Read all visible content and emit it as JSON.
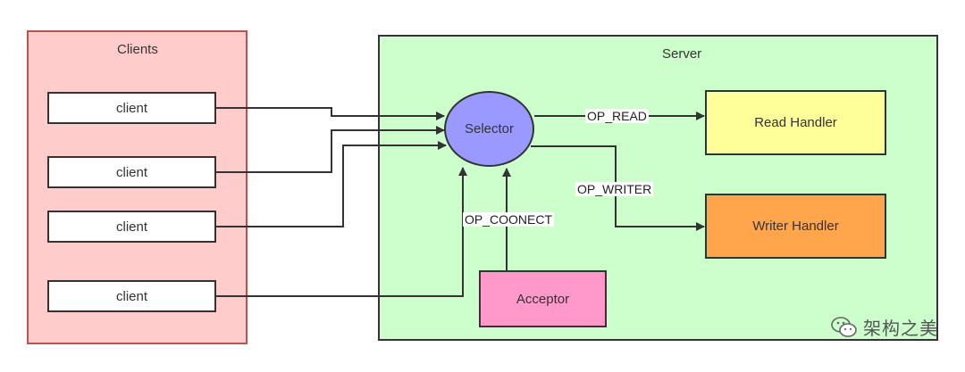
{
  "clients": {
    "title": "Clients",
    "items": [
      "client",
      "client",
      "client",
      "client"
    ]
  },
  "server": {
    "title": "Server",
    "selector": "Selector",
    "read_handler": "Read Handler",
    "writer_handler": "Writer Handler",
    "acceptor": "Acceptor",
    "labels": {
      "op_read": "OP_READ",
      "op_writer": "OP_WRITER",
      "op_connect": "OP_COONECT"
    }
  },
  "watermark": {
    "text": "架构之美"
  },
  "colors": {
    "clients_bg": "#ffcccc",
    "server_bg": "#ccffcc",
    "selector": "#9999ff",
    "read_handler": "#ffff99",
    "writer_handler": "#ffa64d",
    "acceptor": "#ff99cc"
  }
}
